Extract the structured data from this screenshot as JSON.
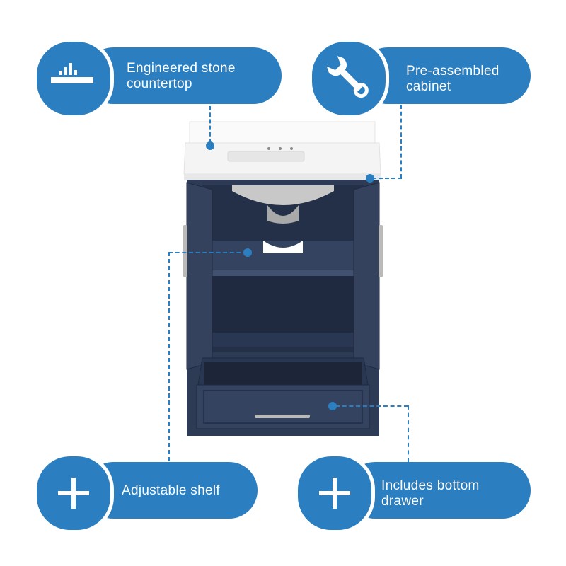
{
  "features": [
    {
      "label": "Engineered stone countertop",
      "lines": [
        "Engineered stone",
        "countertop"
      ],
      "icon": "countertop-icon"
    },
    {
      "label": "Pre-assembled cabinet",
      "lines": [
        "Pre-assembled",
        "cabinet"
      ],
      "icon": "wrench-icon"
    },
    {
      "label": "Adjustable shelf",
      "lines": [
        "Adjustable shelf"
      ],
      "icon": "plus-icon"
    },
    {
      "label": "Includes bottom drawer",
      "lines": [
        "Includes bottom",
        "drawer"
      ],
      "icon": "plus-icon"
    }
  ],
  "colors": {
    "accent": "#2b7fc0",
    "cabinet": "#2e3b55",
    "countertop": "#f2f2f2"
  }
}
